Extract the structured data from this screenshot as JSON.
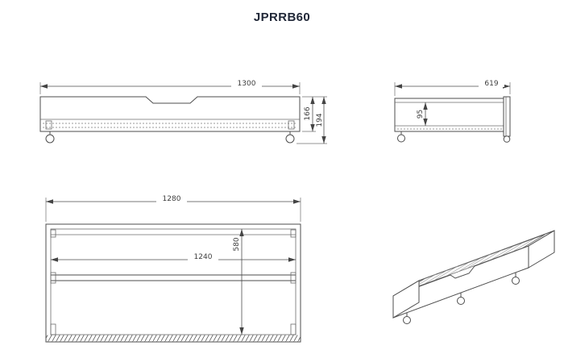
{
  "title": "JPRRB60",
  "colors": {
    "line": "#4d4d4d",
    "dimension_text": "#3d3d3d",
    "title_text": "#212838"
  },
  "views": {
    "front": {
      "dims": {
        "width": "1300",
        "panel_height": "166",
        "total_height": "194"
      }
    },
    "side": {
      "dims": {
        "depth": "619",
        "inner_height": "95"
      }
    },
    "plan": {
      "dims": {
        "width": "1280",
        "inner_width": "1240",
        "inner_depth": "580"
      }
    }
  }
}
